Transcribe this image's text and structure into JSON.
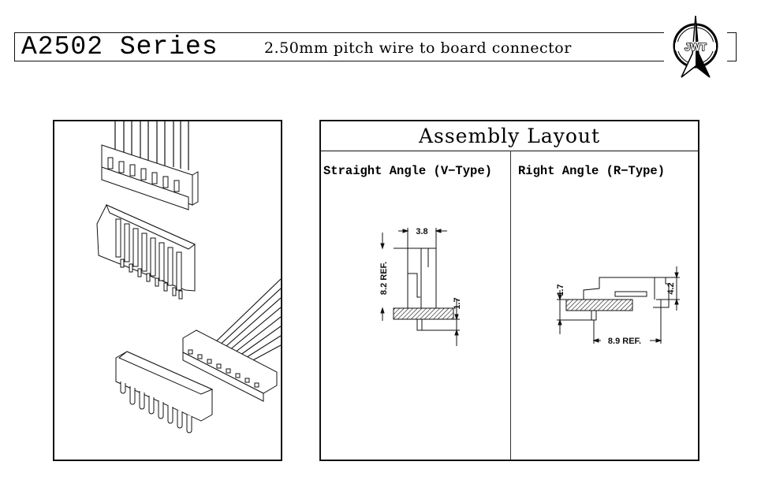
{
  "header": {
    "series_title": "A2502 Series",
    "subtitle": "2.50mm pitch wire to board connector",
    "logo_text": "JWT"
  },
  "illustration": {
    "description": "Isometric views of 8-position wire-to-board connectors: straight housing with wires, straight wafer header, right-angle housing with wires, right-angle wafer header"
  },
  "assembly_layout": {
    "title": "Assembly Layout",
    "columns": [
      {
        "label": "Straight Angle (V−Type)",
        "dimensions": {
          "width": "3.8",
          "height": "8.2 REF.",
          "pin": "1.7"
        }
      },
      {
        "label": "Right Angle (R−Type)",
        "dimensions": {
          "height": "4.2",
          "pin": "1.7",
          "depth": "8.9 REF."
        }
      }
    ]
  }
}
